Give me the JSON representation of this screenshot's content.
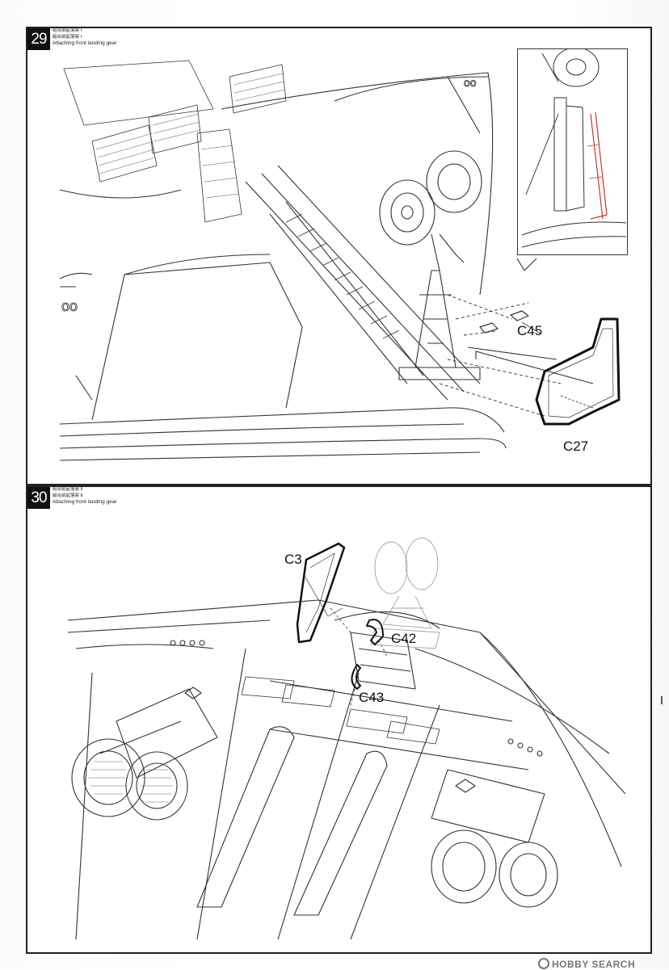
{
  "step29": {
    "number": "29",
    "title_cn_1": "组合前起落架 Ⅰ",
    "title_cn_2": "組合前起落架 Ⅰ",
    "title_en": "Attaching front landing gear",
    "parts": {
      "c45": "C45",
      "c27": "C27"
    }
  },
  "step30": {
    "number": "30",
    "title_cn_1": "组合前起落架 Ⅱ",
    "title_cn_2": "組合前起落架 Ⅱ",
    "title_en": "Attaching front landing gear",
    "parts": {
      "c3": "C3",
      "c42": "C42",
      "c43": "C43"
    }
  },
  "watermark": {
    "text": "HOBBY SEARCH"
  },
  "colors": {
    "line": "#333333",
    "accent_red": "#c0392b",
    "badge": "#111111"
  }
}
